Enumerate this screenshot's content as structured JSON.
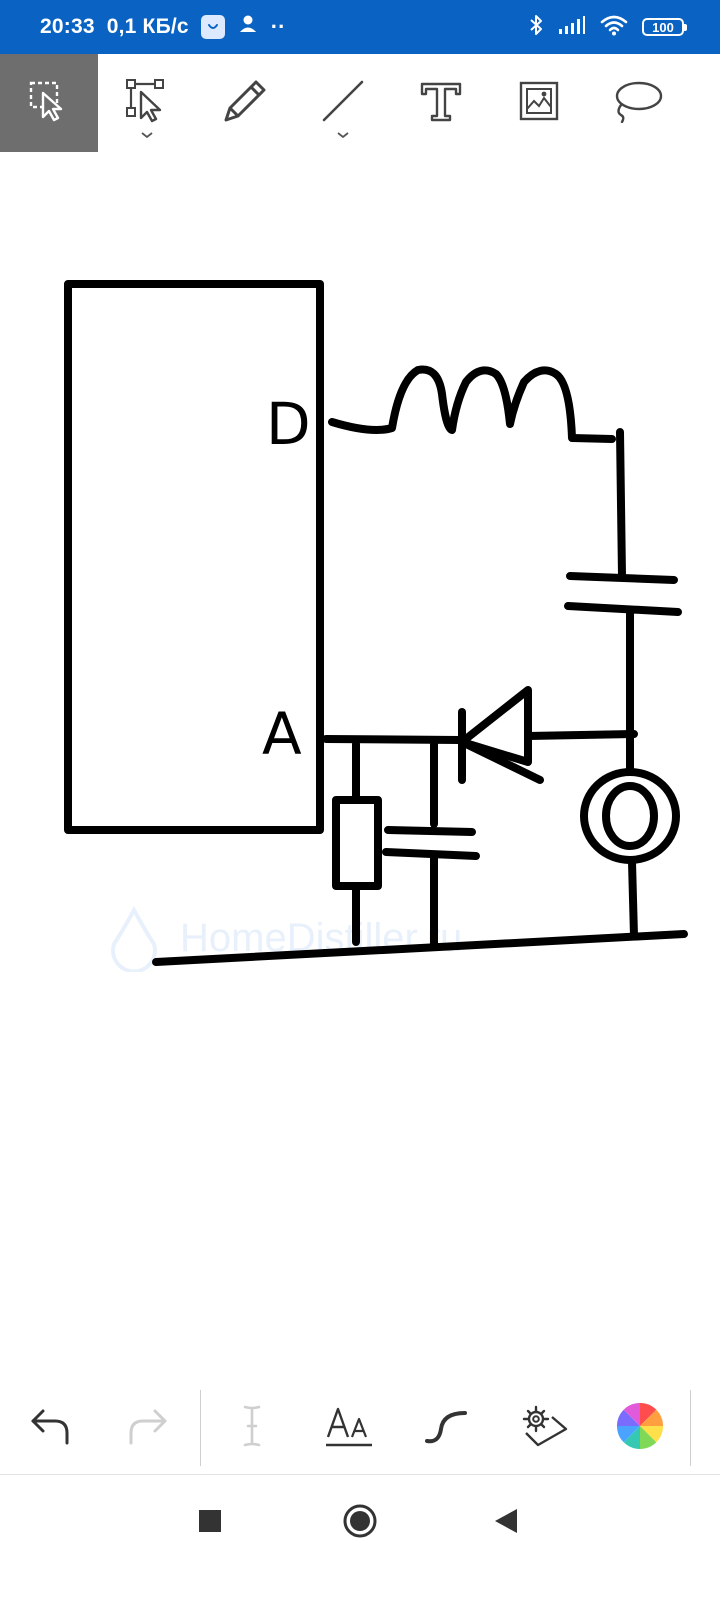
{
  "status_bar": {
    "time": "20:33",
    "speed": "0,1 КБ/с",
    "dots": "··",
    "battery": "100",
    "icons": [
      "notification-app-icon",
      "account-icon",
      "bluetooth-icon",
      "signal-icon",
      "wifi-icon",
      "battery-icon"
    ]
  },
  "toolbar": {
    "tools": [
      {
        "name": "select",
        "icon": "select-rectangle-cursor-icon",
        "active": true
      },
      {
        "name": "lasso-select",
        "icon": "vector-select-cursor-icon",
        "has_menu": true
      },
      {
        "name": "pen",
        "icon": "pencil-icon"
      },
      {
        "name": "line",
        "icon": "line-icon",
        "has_menu": true
      },
      {
        "name": "text",
        "icon": "text-t-icon"
      },
      {
        "name": "image",
        "icon": "image-icon"
      },
      {
        "name": "lasso",
        "icon": "lasso-icon"
      }
    ],
    "active_color": "#6e6e6e"
  },
  "drawing": {
    "label_d": "D",
    "label_a": "A",
    "stroke_color": "#000000"
  },
  "watermark": {
    "text": "HomeDistiller.ru",
    "color": "#e8f1fb"
  },
  "bottom_toolbar": {
    "tools": [
      {
        "name": "undo",
        "icon": "undo-icon",
        "enabled": true
      },
      {
        "name": "redo",
        "icon": "redo-icon",
        "enabled": false
      },
      {
        "name": "text-cursor",
        "icon": "text-cursor-icon",
        "enabled": false
      },
      {
        "name": "font-size",
        "icon": "font-size-icon",
        "enabled": true
      },
      {
        "name": "curve",
        "icon": "curve-icon",
        "enabled": true
      },
      {
        "name": "settings",
        "icon": "gear-tag-icon",
        "enabled": true
      },
      {
        "name": "color",
        "icon": "color-wheel-icon",
        "enabled": true
      }
    ]
  },
  "nav_bar": {
    "buttons": [
      "recents-square-icon",
      "home-circle-icon",
      "back-triangle-icon"
    ]
  },
  "colors": {
    "status_bar": "#0a63c3",
    "disabled": "#cfcfcf"
  }
}
